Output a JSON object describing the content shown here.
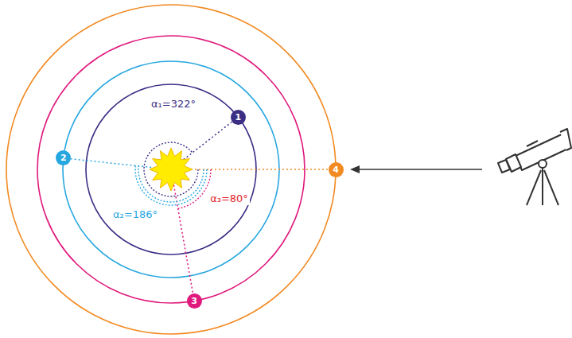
{
  "diagram": {
    "nodes": [
      {
        "text": [
          "1"
        ]
      },
      {
        "text": [
          "2"
        ]
      },
      {
        "text": [
          "3"
        ]
      },
      {
        "text": [
          "4"
        ]
      }
    ],
    "labels": [
      "α₁=322°",
      "α₂=186°",
      "α₃=80°"
    ]
  }
}
